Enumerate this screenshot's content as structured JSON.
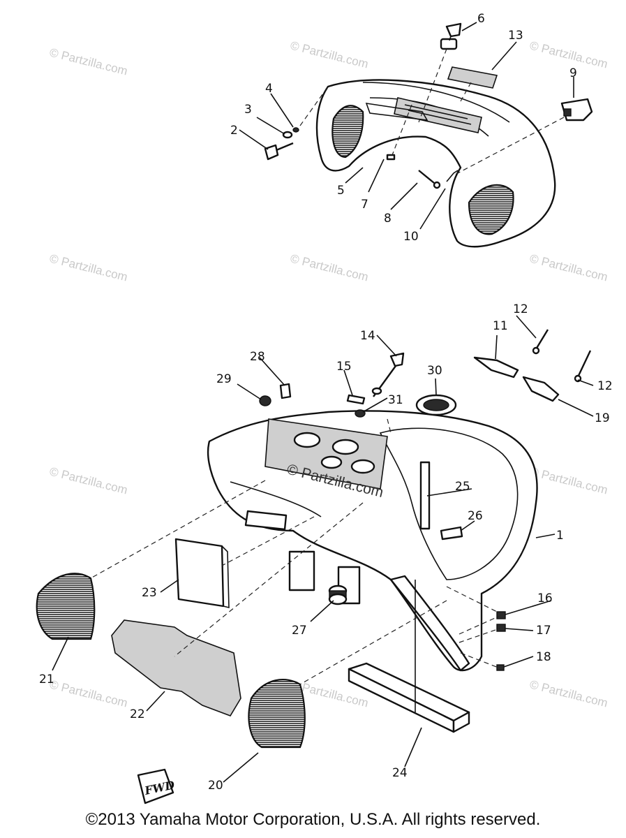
{
  "watermark": "© Partzilla.com",
  "fwd_label": "FWD",
  "copyright": "©2013  Yamaha Motor Corporation, U.S.A. All rights reserved.",
  "callouts": [
    {
      "id": "1",
      "label": "1"
    },
    {
      "id": "2",
      "label": "2"
    },
    {
      "id": "3",
      "label": "3"
    },
    {
      "id": "4",
      "label": "4"
    },
    {
      "id": "5",
      "label": "5"
    },
    {
      "id": "6",
      "label": "6"
    },
    {
      "id": "7",
      "label": "7"
    },
    {
      "id": "8",
      "label": "8"
    },
    {
      "id": "9",
      "label": "9"
    },
    {
      "id": "10",
      "label": "10"
    },
    {
      "id": "11",
      "label": "11"
    },
    {
      "id": "12a",
      "label": "12"
    },
    {
      "id": "12b",
      "label": "12"
    },
    {
      "id": "13",
      "label": "13"
    },
    {
      "id": "14",
      "label": "14"
    },
    {
      "id": "15",
      "label": "15"
    },
    {
      "id": "16",
      "label": "16"
    },
    {
      "id": "17",
      "label": "17"
    },
    {
      "id": "18",
      "label": "18"
    },
    {
      "id": "19",
      "label": "19"
    },
    {
      "id": "20",
      "label": "20"
    },
    {
      "id": "21",
      "label": "21"
    },
    {
      "id": "22",
      "label": "22"
    },
    {
      "id": "23",
      "label": "23"
    },
    {
      "id": "24",
      "label": "24"
    },
    {
      "id": "25",
      "label": "25"
    },
    {
      "id": "26",
      "label": "26"
    },
    {
      "id": "27",
      "label": "27"
    },
    {
      "id": "28",
      "label": "28"
    },
    {
      "id": "29",
      "label": "29"
    },
    {
      "id": "30",
      "label": "30"
    },
    {
      "id": "31",
      "label": "31"
    }
  ]
}
